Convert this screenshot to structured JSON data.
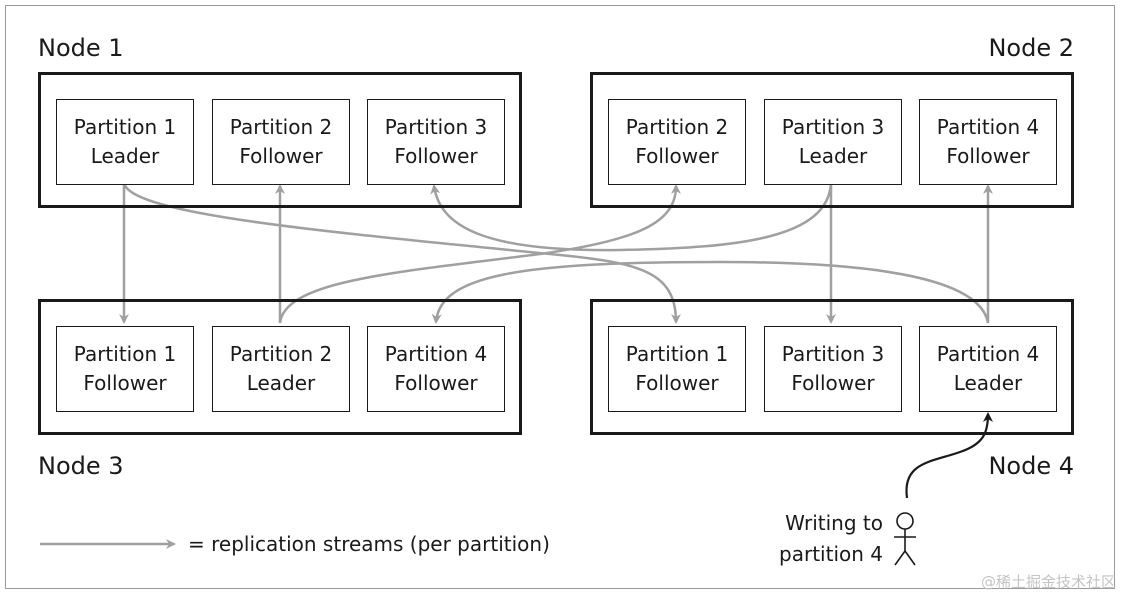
{
  "nodes": [
    {
      "label": "Node 1",
      "partitions": [
        {
          "name": "Partition 1",
          "role": "Leader"
        },
        {
          "name": "Partition 2",
          "role": "Follower"
        },
        {
          "name": "Partition 3",
          "role": "Follower"
        }
      ]
    },
    {
      "label": "Node 2",
      "partitions": [
        {
          "name": "Partition 2",
          "role": "Follower"
        },
        {
          "name": "Partition 3",
          "role": "Leader"
        },
        {
          "name": "Partition 4",
          "role": "Follower"
        }
      ]
    },
    {
      "label": "Node 3",
      "partitions": [
        {
          "name": "Partition 1",
          "role": "Follower"
        },
        {
          "name": "Partition 2",
          "role": "Leader"
        },
        {
          "name": "Partition 4",
          "role": "Follower"
        }
      ]
    },
    {
      "label": "Node 4",
      "partitions": [
        {
          "name": "Partition 1",
          "role": "Follower"
        },
        {
          "name": "Partition 3",
          "role": "Follower"
        },
        {
          "name": "Partition 4",
          "role": "Leader"
        }
      ]
    }
  ],
  "legend": {
    "text": "= replication streams (per partition)"
  },
  "writer": {
    "line1": "Writing to",
    "line2": "partition 4"
  },
  "watermark": "@稀土掘金技术社区",
  "colors": {
    "arrow": "#a0a0a0",
    "box_border": "#1a1a1a",
    "text": "#1a1a1a"
  }
}
